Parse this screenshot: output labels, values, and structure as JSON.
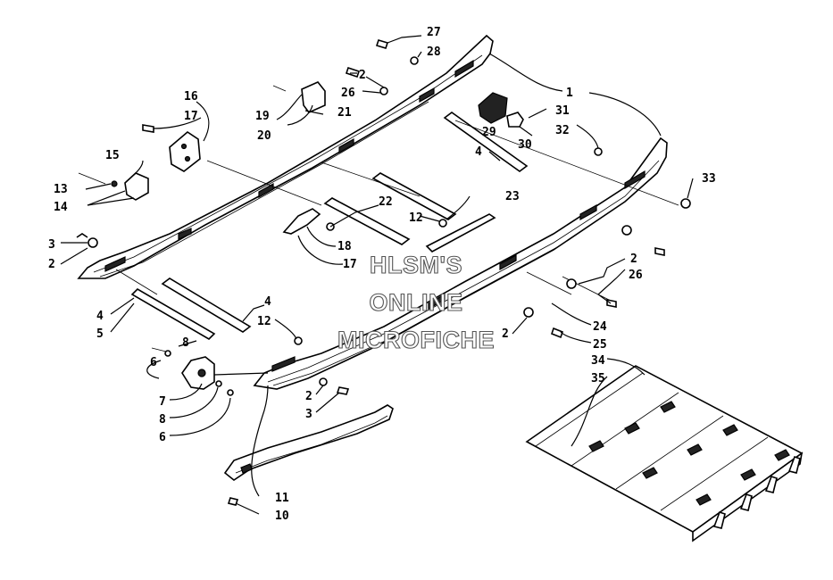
{
  "watermark": {
    "line1": "HLSM'S",
    "line2": "ONLINE",
    "line3": "MICROFICHE"
  },
  "callouts": [
    {
      "id": "c27",
      "label": "27"
    },
    {
      "id": "c28",
      "label": "28"
    },
    {
      "id": "c2a",
      "label": "2"
    },
    {
      "id": "c26a",
      "label": "26"
    },
    {
      "id": "c1",
      "label": "1"
    },
    {
      "id": "c16",
      "label": "16"
    },
    {
      "id": "c17a",
      "label": "17"
    },
    {
      "id": "c19",
      "label": "19"
    },
    {
      "id": "c20",
      "label": "20"
    },
    {
      "id": "c21",
      "label": "21"
    },
    {
      "id": "c29",
      "label": "29"
    },
    {
      "id": "c31",
      "label": "31"
    },
    {
      "id": "c30",
      "label": "30"
    },
    {
      "id": "c32",
      "label": "32"
    },
    {
      "id": "c15",
      "label": "15"
    },
    {
      "id": "c13",
      "label": "13"
    },
    {
      "id": "c14",
      "label": "14"
    },
    {
      "id": "c33",
      "label": "33"
    },
    {
      "id": "c22",
      "label": "22"
    },
    {
      "id": "c23",
      "label": "23"
    },
    {
      "id": "c12a",
      "label": "12"
    },
    {
      "id": "c4a",
      "label": "4"
    },
    {
      "id": "c3a",
      "label": "3"
    },
    {
      "id": "c2b",
      "label": "2"
    },
    {
      "id": "c18",
      "label": "18"
    },
    {
      "id": "c17b",
      "label": "17"
    },
    {
      "id": "c2c",
      "label": "2"
    },
    {
      "id": "c26b",
      "label": "26"
    },
    {
      "id": "c4b",
      "label": "4"
    },
    {
      "id": "c5",
      "label": "5"
    },
    {
      "id": "c4c",
      "label": "4"
    },
    {
      "id": "c12b",
      "label": "12"
    },
    {
      "id": "c24",
      "label": "24"
    },
    {
      "id": "c2d",
      "label": "2"
    },
    {
      "id": "c25",
      "label": "25"
    },
    {
      "id": "c8a",
      "label": "8"
    },
    {
      "id": "c6a",
      "label": "6"
    },
    {
      "id": "c7",
      "label": "7"
    },
    {
      "id": "c8b",
      "label": "8"
    },
    {
      "id": "c6b",
      "label": "6"
    },
    {
      "id": "c2e",
      "label": "2"
    },
    {
      "id": "c3b",
      "label": "3"
    },
    {
      "id": "c34",
      "label": "34"
    },
    {
      "id": "c35",
      "label": "35"
    },
    {
      "id": "c11",
      "label": "11"
    },
    {
      "id": "c10",
      "label": "10"
    }
  ]
}
